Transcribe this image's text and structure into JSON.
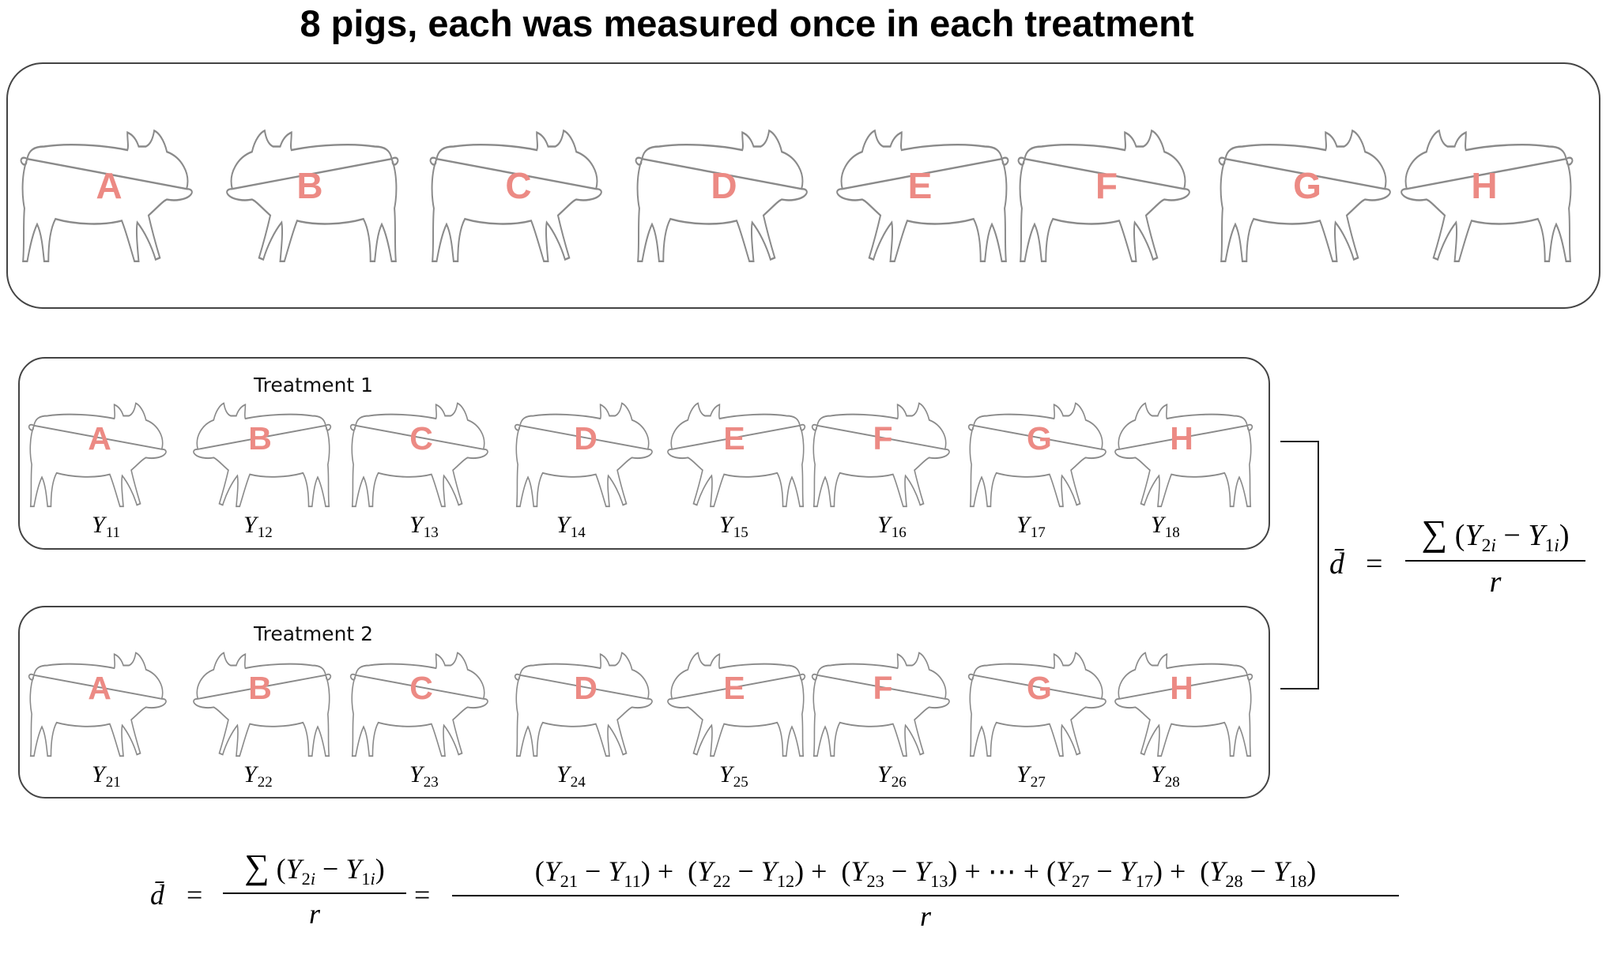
{
  "title": "8 pigs, each was measured once in each treatment",
  "pigs": [
    "A",
    "B",
    "C",
    "D",
    "E",
    "F",
    "G",
    "H"
  ],
  "treatment1": {
    "title": "Treatment 1",
    "measurements": [
      {
        "symbol": "Y",
        "sub": "11"
      },
      {
        "symbol": "Y",
        "sub": "12"
      },
      {
        "symbol": "Y",
        "sub": "13"
      },
      {
        "symbol": "Y",
        "sub": "14"
      },
      {
        "symbol": "Y",
        "sub": "15"
      },
      {
        "symbol": "Y",
        "sub": "16"
      },
      {
        "symbol": "Y",
        "sub": "17"
      },
      {
        "symbol": "Y",
        "sub": "18"
      }
    ]
  },
  "treatment2": {
    "title": "Treatment 2",
    "measurements": [
      {
        "symbol": "Y",
        "sub": "21"
      },
      {
        "symbol": "Y",
        "sub": "22"
      },
      {
        "symbol": "Y",
        "sub": "23"
      },
      {
        "symbol": "Y",
        "sub": "24"
      },
      {
        "symbol": "Y",
        "sub": "25"
      },
      {
        "symbol": "Y",
        "sub": "26"
      },
      {
        "symbol": "Y",
        "sub": "27"
      },
      {
        "symbol": "Y",
        "sub": "28"
      }
    ]
  },
  "formula_right": {
    "lhs": "d̄",
    "eq": "=",
    "numerator_sum": "∑",
    "numerator_terms": "(Y2i − Y1i)",
    "denominator": "r"
  },
  "formula_bottom": {
    "lhs": "d̄",
    "eq1": "=",
    "fraction1_numerator": "∑ (Y2i − Y1i)",
    "fraction1_denominator": "r",
    "eq2": "=",
    "fraction2_numerator": "(Y21 − Y11) +  (Y22 − Y12) +  (Y23 − Y13) + ⋯ + (Y27 − Y17) +  (Y28 − Y18)",
    "fraction2_denominator": "r"
  },
  "colors": {
    "label": "#ec8a84",
    "outline": "#8a8a8a",
    "border": "#444444"
  }
}
